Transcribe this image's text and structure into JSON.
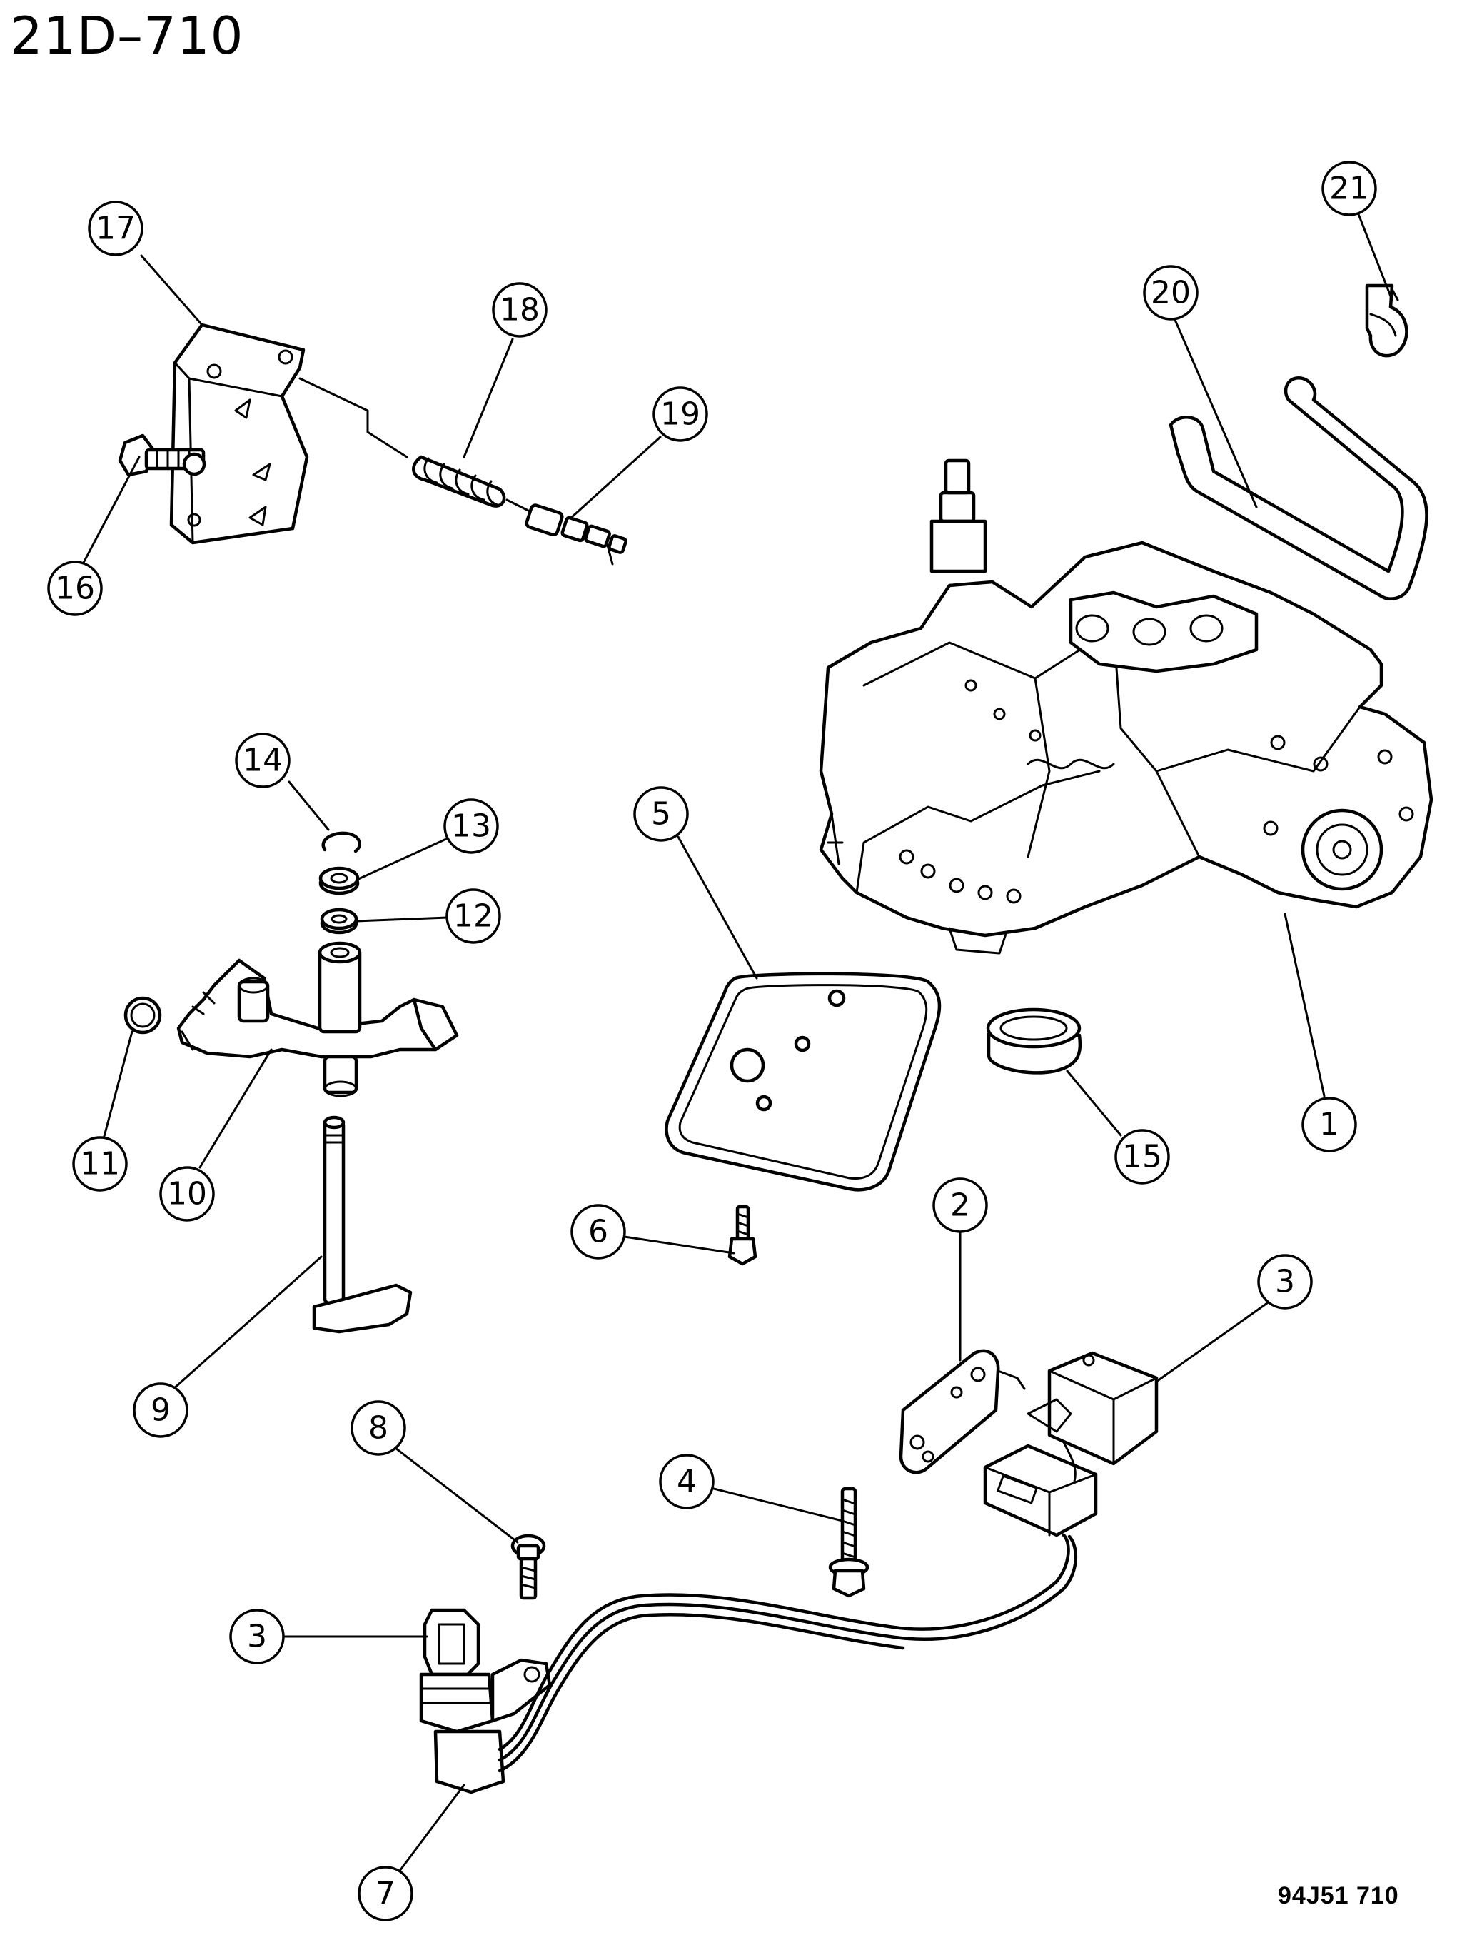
{
  "header": {
    "title": "21D–710"
  },
  "footer": {
    "figure_code": "94J51 710"
  },
  "callouts": [
    {
      "id": "c17",
      "label": "17"
    },
    {
      "id": "c18",
      "label": "18"
    },
    {
      "id": "c19",
      "label": "19"
    },
    {
      "id": "c16",
      "label": "16"
    },
    {
      "id": "c20",
      "label": "20"
    },
    {
      "id": "c21",
      "label": "21"
    },
    {
      "id": "c14",
      "label": "14"
    },
    {
      "id": "c13",
      "label": "13"
    },
    {
      "id": "c12",
      "label": "12"
    },
    {
      "id": "c11",
      "label": "11"
    },
    {
      "id": "c10",
      "label": "10"
    },
    {
      "id": "c5",
      "label": "5"
    },
    {
      "id": "c15",
      "label": "15"
    },
    {
      "id": "c1",
      "label": "1"
    },
    {
      "id": "c6",
      "label": "6"
    },
    {
      "id": "c2",
      "label": "2"
    },
    {
      "id": "c3a",
      "label": "3"
    },
    {
      "id": "c9",
      "label": "9"
    },
    {
      "id": "c8",
      "label": "8"
    },
    {
      "id": "c4",
      "label": "4"
    },
    {
      "id": "c3b",
      "label": "3"
    },
    {
      "id": "c7",
      "label": "7"
    }
  ]
}
